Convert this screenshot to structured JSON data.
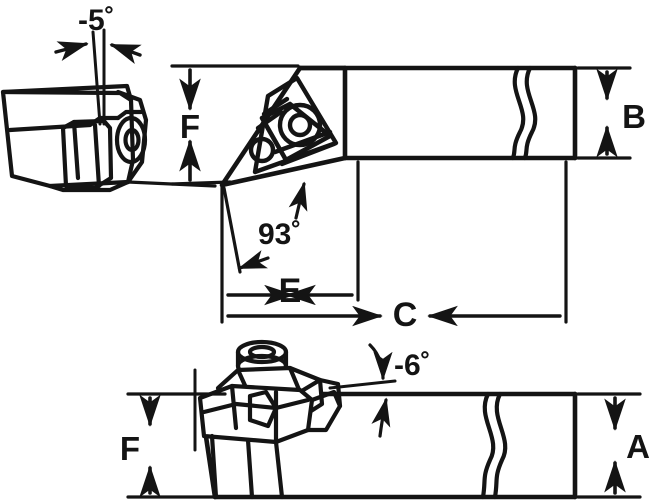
{
  "drawing": {
    "title": "Turning tool holder dimensional drawing",
    "stroke_color": "#141414",
    "fill_color": "#ffffff",
    "background": "#ffffff"
  },
  "annotations": {
    "angle_top": "-5˚",
    "angle_lead": "93˚",
    "angle_bottom": "-6˚"
  },
  "dimensions": {
    "f_top": "F",
    "f_bottom": "F",
    "b": "B",
    "a": "A",
    "c": "C",
    "e": "E"
  },
  "views": {
    "detail_left": "end-perspective-detail",
    "side_view": "side-elevation-view",
    "top_view": "plan-view"
  }
}
